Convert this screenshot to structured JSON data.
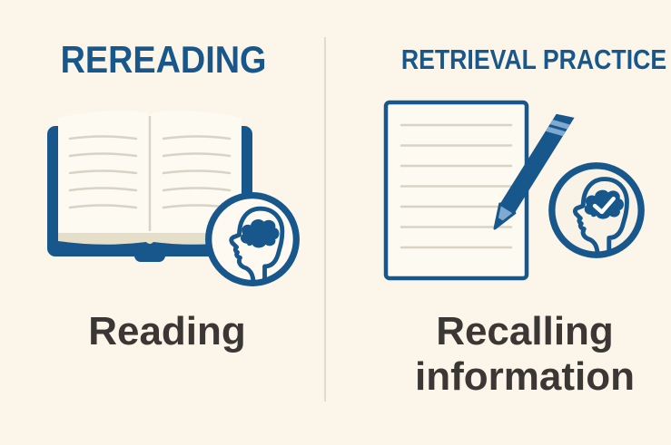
{
  "colors": {
    "bg": "#fcf5ea",
    "blue": "#17578c",
    "lightblue": "#7fa9d0",
    "charcoal": "#3b3734",
    "divider": "#dfdbce",
    "pagefill": "#fdfaf2",
    "pageline": "#d8d3c4",
    "pageedge": "#e5dfca",
    "iconbg-left": "#fefaf2",
    "iconbg-right": "#f9f2e7",
    "check": "#ffffff"
  },
  "panels": [
    {
      "title": "REREADING",
      "caption": "Reading",
      "icons": [
        "open-book-icon",
        "head-brain-icon"
      ]
    },
    {
      "title": "RETRIEVAL PRACTICE",
      "caption": "Recalling information",
      "icons": [
        "notepad-icon",
        "pencil-icon",
        "head-brain-check-icon"
      ]
    }
  ]
}
